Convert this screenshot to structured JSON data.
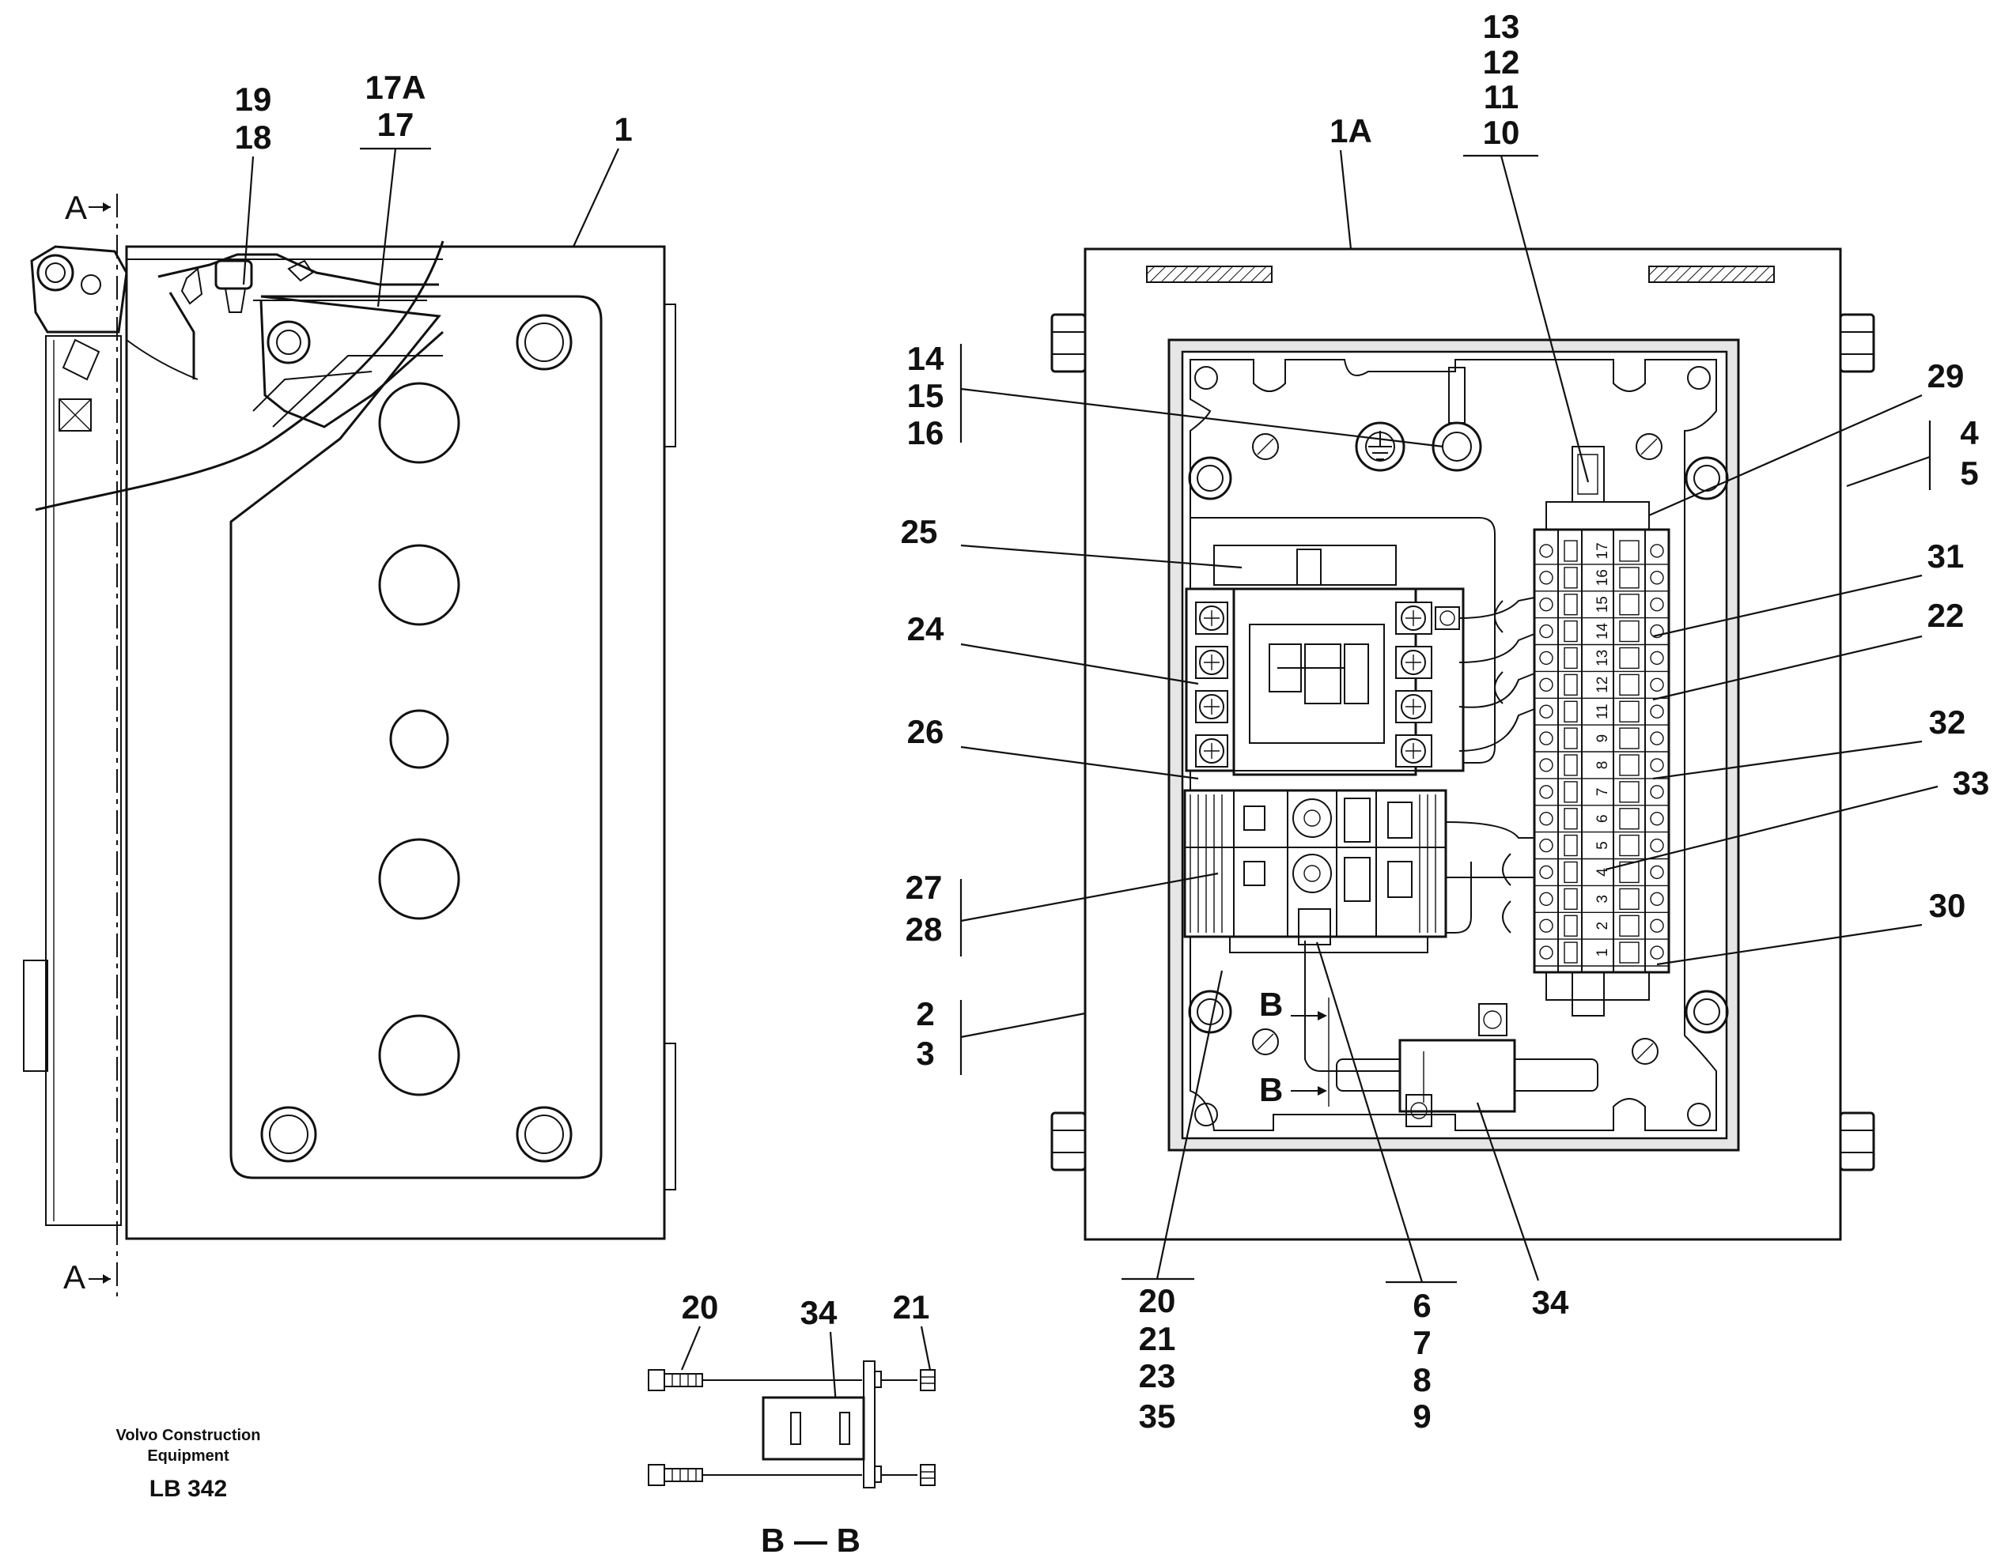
{
  "drawing": {
    "caption": {
      "company_line1": "Volvo Construction",
      "company_line2": "Equipment",
      "code": "LB 342"
    },
    "section_markers": {
      "aa_top": "A",
      "aa_bottom": "A",
      "bb_upper": "B",
      "bb_lower": "B",
      "bb_view_title": "B — B"
    },
    "left_view_labels": {
      "l19": "19",
      "l18": "18",
      "l17a": "17A",
      "l17": "17",
      "l1": "1"
    },
    "right_view_labels": {
      "l13": "13",
      "l12": "12",
      "l11": "11",
      "l10": "10",
      "l1a": "1A",
      "l14": "14",
      "l15": "15",
      "l16": "16",
      "l29": "29",
      "l4": "4",
      "l5": "5",
      "l25": "25",
      "l31": "31",
      "l22": "22",
      "l24": "24",
      "l26": "26",
      "l32": "32",
      "l33": "33",
      "l27": "27",
      "l28": "28",
      "l30": "30",
      "l2": "2",
      "l3": "3",
      "l20": "20",
      "l21": "21",
      "l23": "23",
      "l35": "35",
      "l6": "6",
      "l7": "7",
      "l8": "8",
      "l9": "9",
      "l34": "34"
    },
    "bb_view_labels": {
      "l20": "20",
      "l34": "34",
      "l21": "21"
    },
    "terminal_numbers": [
      "1",
      "2",
      "3",
      "4",
      "5",
      "6",
      "7",
      "8",
      "9",
      "11",
      "12",
      "13",
      "14",
      "15",
      "16",
      "17"
    ]
  }
}
